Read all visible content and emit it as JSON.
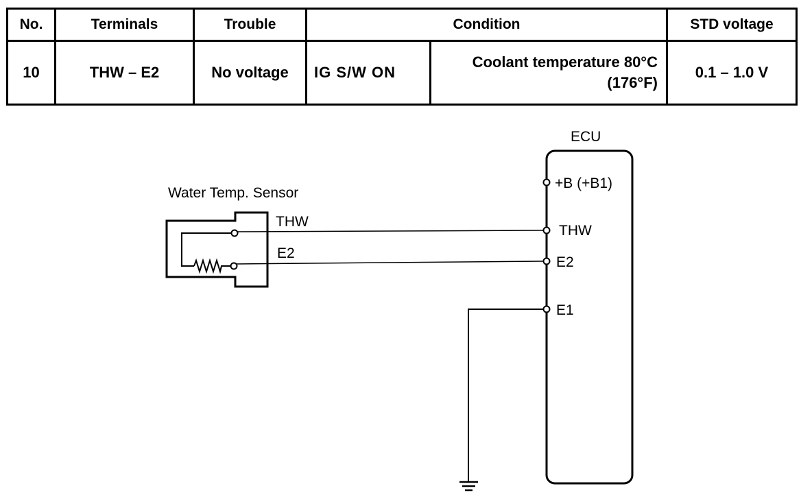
{
  "table": {
    "headers": {
      "no": "No.",
      "terminals": "Terminals",
      "trouble": "Trouble",
      "condition": "Condition",
      "std_voltage": "STD voltage"
    },
    "row": {
      "no": "10",
      "terminals": "THW – E2",
      "trouble": "No voltage",
      "condition_switch": "IG S/W ON",
      "condition_temp_line1": "Coolant temperature 80°C",
      "condition_temp_line2": "(176°F)",
      "std_voltage": "0.1 – 1.0 V"
    }
  },
  "diagram": {
    "sensor_label": "Water Temp. Sensor",
    "wire_thw_label": "THW",
    "wire_e2_label": "E2",
    "ecu_label": "ECU",
    "ecu_terminals": {
      "b": "+B (+B1)",
      "thw": "THW",
      "e2": "E2",
      "e1": "E1"
    }
  }
}
